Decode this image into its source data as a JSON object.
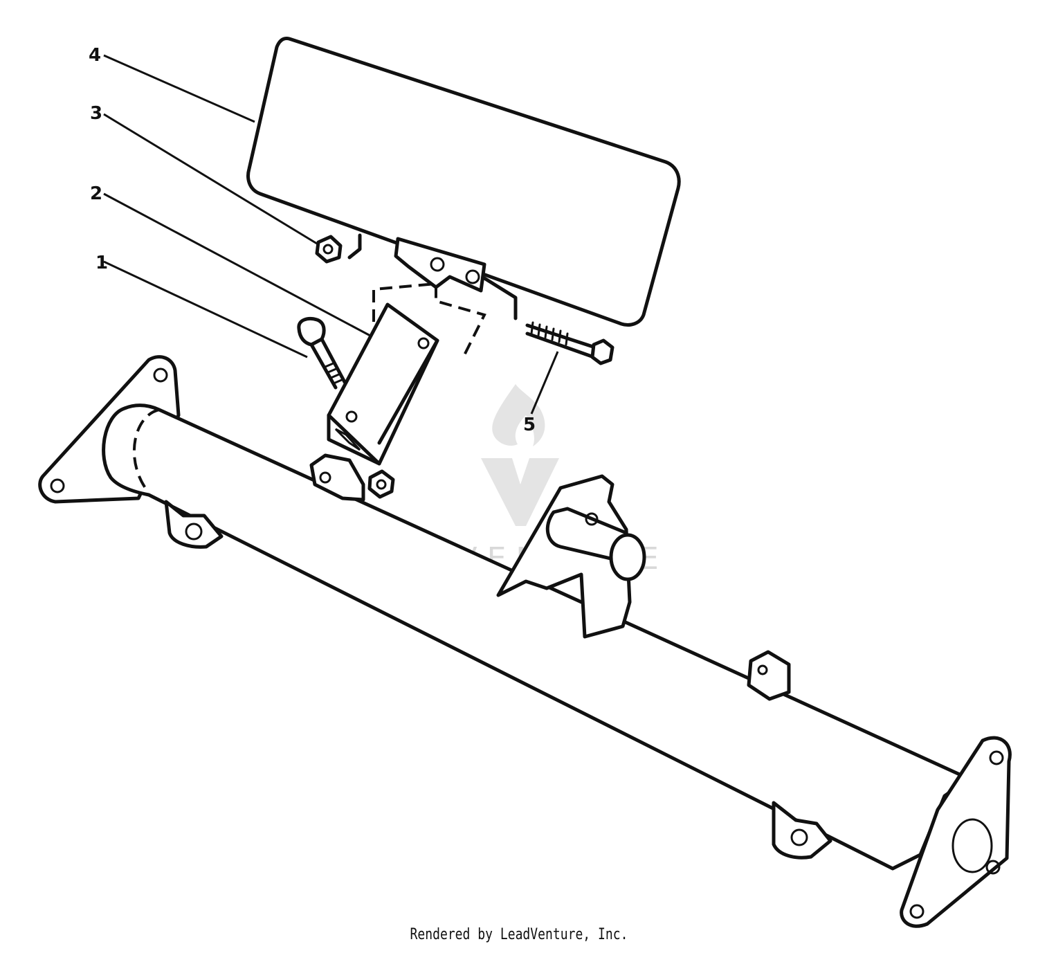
{
  "callouts": [
    {
      "id": "1",
      "label": "1",
      "part": "bolt"
    },
    {
      "id": "2",
      "label": "2",
      "part": "square-tube-bracket"
    },
    {
      "id": "3",
      "label": "3",
      "part": "nut"
    },
    {
      "id": "4",
      "label": "4",
      "part": "panel"
    },
    {
      "id": "5",
      "label": "5",
      "part": "bolt"
    }
  ],
  "watermark": {
    "text": "LEADVENTURE",
    "color": "#d9d9d9"
  },
  "credit": "Rendered by LeadVenture, Inc."
}
